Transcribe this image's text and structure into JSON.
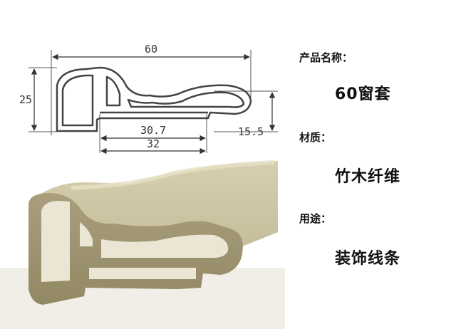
{
  "drawing": {
    "width_total": "60",
    "height_total": "25",
    "inner_width": "30.7",
    "base_width": "32",
    "right_height": "15.5"
  },
  "info": {
    "name_label": "产品名称：",
    "name_value": "60窗套",
    "material_label": "材质：",
    "material_value": "竹木纤维",
    "usage_label": "用途：",
    "usage_value": "装饰线条"
  },
  "colors": {
    "profile_color": "#cfc7a7",
    "line_color": "#444444",
    "text_color": "#111111"
  }
}
